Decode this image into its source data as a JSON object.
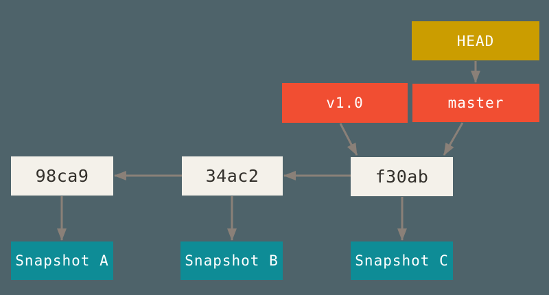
{
  "diagram": {
    "title": "git-branch-head-tag-diagram",
    "background_color": "#4E636A",
    "arrow_color": "#8A8078",
    "nodes": [
      {
        "id": "head",
        "label": "HEAD",
        "type": "head",
        "fill": "#CB9D00",
        "text_color": "#FFFFFF"
      },
      {
        "id": "master",
        "label": "master",
        "type": "branch",
        "fill": "#F14E32",
        "text_color": "#FFFFFF"
      },
      {
        "id": "v1.0",
        "label": "v1.0",
        "type": "tag",
        "fill": "#F14E32",
        "text_color": "#FFFFFF"
      },
      {
        "id": "f30ab",
        "label": "f30ab",
        "type": "commit",
        "fill": "#F4F1EA",
        "text_color": "#33302B"
      },
      {
        "id": "34ac2",
        "label": "34ac2",
        "type": "commit",
        "fill": "#F4F1EA",
        "text_color": "#33302B"
      },
      {
        "id": "98ca9",
        "label": "98ca9",
        "type": "commit",
        "fill": "#F4F1EA",
        "text_color": "#33302B"
      },
      {
        "id": "snapshot-a",
        "label": "Snapshot A",
        "type": "snapshot",
        "fill": "#0E8C96",
        "text_color": "#FFFFFF"
      },
      {
        "id": "snapshot-b",
        "label": "Snapshot B",
        "type": "snapshot",
        "fill": "#0E8C96",
        "text_color": "#FFFFFF"
      },
      {
        "id": "snapshot-c",
        "label": "Snapshot C",
        "type": "snapshot",
        "fill": "#0E8C96",
        "text_color": "#FFFFFF"
      }
    ],
    "edges": [
      {
        "from": "head",
        "to": "master"
      },
      {
        "from": "master",
        "to": "f30ab"
      },
      {
        "from": "v1.0",
        "to": "f30ab"
      },
      {
        "from": "f30ab",
        "to": "34ac2"
      },
      {
        "from": "34ac2",
        "to": "98ca9"
      },
      {
        "from": "98ca9",
        "to": "snapshot-a"
      },
      {
        "from": "34ac2",
        "to": "snapshot-b"
      },
      {
        "from": "f30ab",
        "to": "snapshot-c"
      }
    ]
  }
}
